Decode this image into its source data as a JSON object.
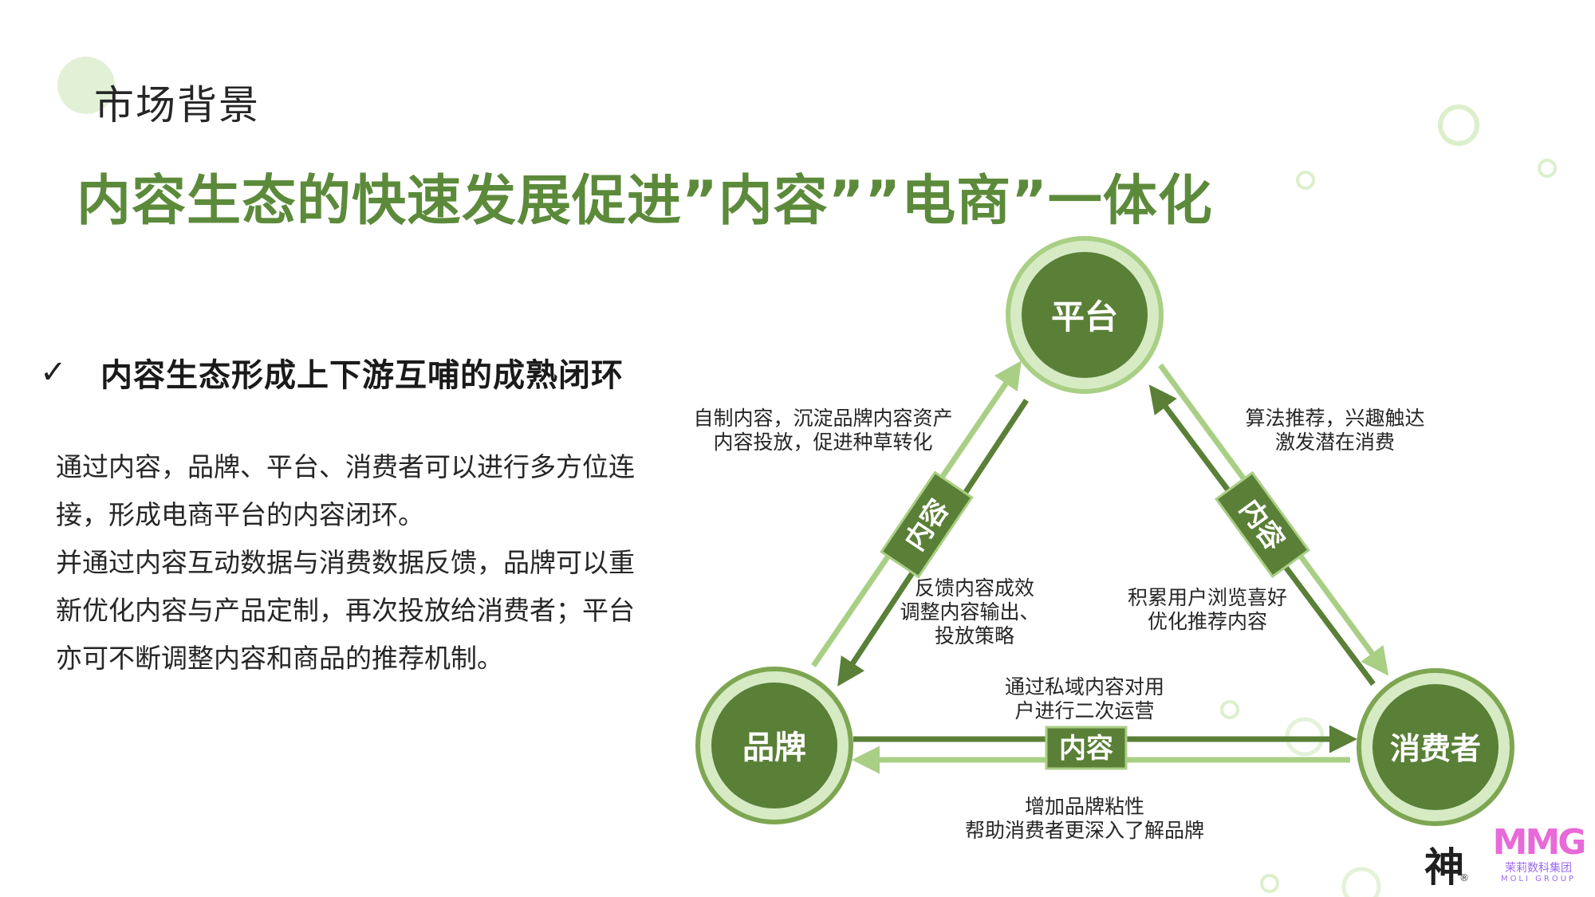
{
  "header": {
    "section_title": "市场背景",
    "headline": "内容生态的快速发展促进”内容””电商”一体化"
  },
  "bullet": {
    "check": "✓",
    "text": "内容生态形成上下游互哺的成熟闭环"
  },
  "body": {
    "paragraph1": "通过内容，品牌、平台、消费者可以进行多方位连接，形成电商平台的内容闭环。",
    "paragraph2": "并通过内容互动数据与消费数据反馈，品牌可以重新优化内容与产品定制，再次投放给消费者；平台亦可不断调整内容和商品的推荐机制。"
  },
  "diagram": {
    "nodes": {
      "platform": "平台",
      "brand": "品牌",
      "consumer": "消费者"
    },
    "badges": {
      "left": "内容",
      "right": "内容",
      "bottom": "内容"
    },
    "annotations": {
      "brand_to_platform_1": "自制内容，沉淀品牌内容资产",
      "brand_to_platform_2": "内容投放，促进种草转化",
      "platform_to_consumer_1": "算法推荐，兴趣触达",
      "platform_to_consumer_2": "激发潜在消费",
      "platform_to_brand_1": "反馈内容成效",
      "platform_to_brand_2": "调整内容输出、",
      "platform_to_brand_3": "投放策略",
      "consumer_to_platform_1": "积累用户浏览喜好",
      "consumer_to_platform_2": "优化推荐内容",
      "brand_to_consumer_1": "通过私域内容对用",
      "brand_to_consumer_2": "户进行二次运营",
      "consumer_to_brand_1": "增加品牌粘性",
      "consumer_to_brand_2": "帮助消费者更深入了解品牌"
    }
  },
  "logos": {
    "moli_main": "MMG",
    "moli_cn": "茉莉数科集团",
    "moli_en": "MOLI GROUP",
    "shen_mark": "神",
    "registered": "®"
  },
  "colors": {
    "dark_green": "#5a7f37",
    "mid_green": "#7ea652",
    "light_green": "#a9cf85",
    "pale_green": "#d6ebc4",
    "headline_green": "#5c8a3b",
    "logo_pink": "#e86ad8",
    "logo_purple": "#9b6bf0"
  }
}
